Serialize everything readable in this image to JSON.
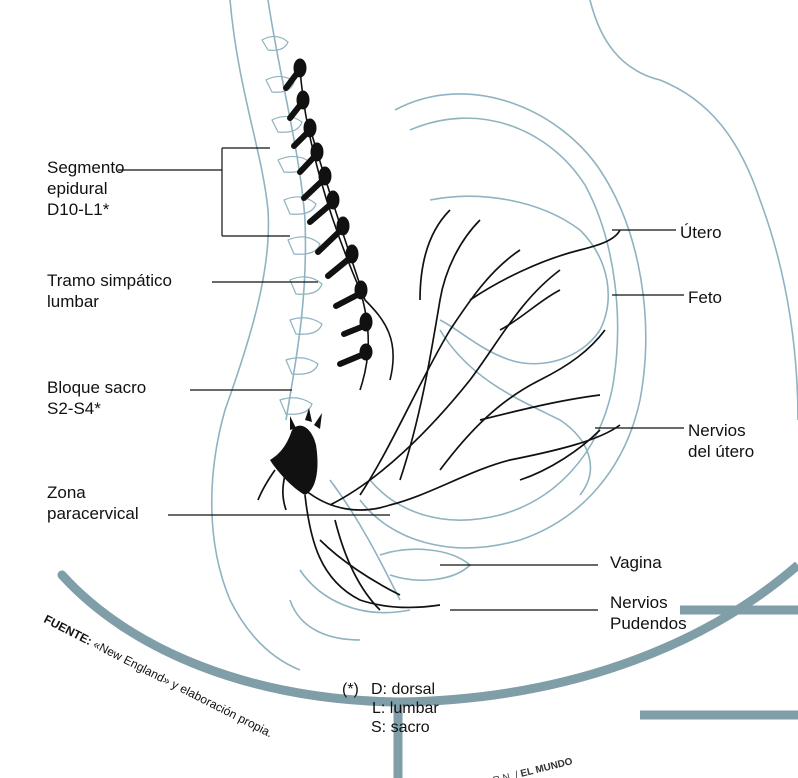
{
  "labels": {
    "segmento": [
      "Segmento",
      "epidural",
      "D10-L1*"
    ],
    "tramo": [
      "Tramo simpático",
      "lumbar"
    ],
    "bloque": [
      "Bloque sacro",
      "S2-S4*"
    ],
    "zona": [
      "Zona",
      "paracervical"
    ],
    "utero": "Útero",
    "feto": "Feto",
    "nervios_utero": [
      "Nervios",
      "del útero"
    ],
    "vagina": "Vagina",
    "nervios_pudendos": [
      "Nervios",
      "Pudendos"
    ]
  },
  "footnote": {
    "marker": "(*)",
    "lines": [
      "D: dorsal",
      "L: lumbar",
      "S: sacro"
    ]
  },
  "source": {
    "label": "FUENTE:",
    "text": "«New England» y elaboración propia."
  },
  "credit": {
    "initials": "R.N. /",
    "brand": "EL MUNDO"
  },
  "colors": {
    "anatomy_line": "#8fb3c0",
    "nerves": "#111111",
    "arc": "#7f9ea8",
    "leader": "#111111"
  }
}
